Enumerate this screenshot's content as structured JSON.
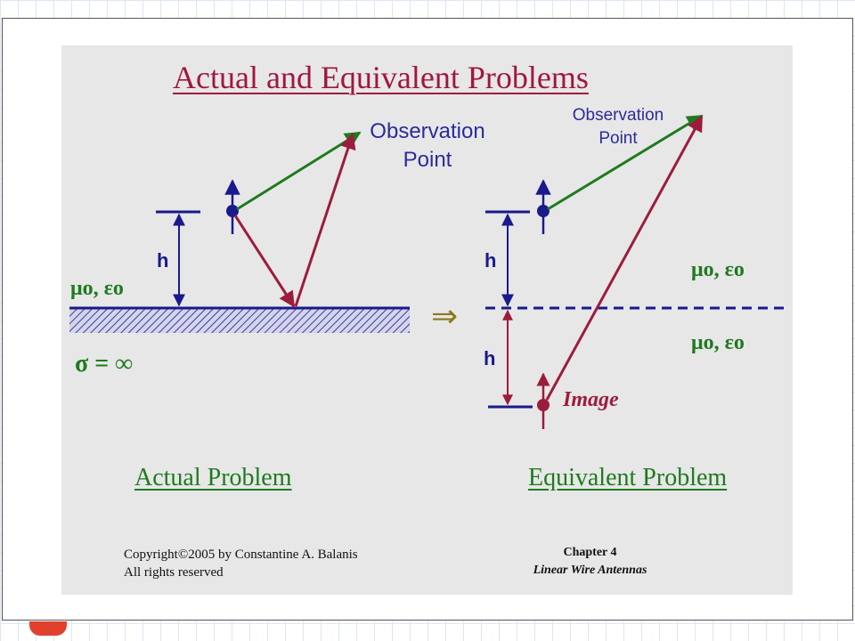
{
  "title": "Actual and Equivalent Problems",
  "observation_left": {
    "line1": "Observation",
    "line2": "Point"
  },
  "observation_right": {
    "line1": "Observation",
    "line2": "Point"
  },
  "height_label": "h",
  "media_label": "μo, εo",
  "conductor_label": "σ = ∞",
  "image_label": "Image",
  "implies_symbol": "⇒",
  "actual_problem": "Actual Problem",
  "equivalent_problem": "Equivalent Problem",
  "copyright": {
    "line1": "Copyright©2005 by Constantine A. Balanis",
    "line2": "All rights reserved"
  },
  "chapter": {
    "line1": "Chapter 4",
    "line2": "Linear Wire Antennas"
  },
  "colors": {
    "title": "#a0173f",
    "direct_ray": "#1f7a1f",
    "reflected_ray": "#9c1c3c",
    "dipole": "#1a1a8c",
    "ground_plane": "#1a1a8c",
    "label_green": "#1f7a1f",
    "observation_text": "#2b2b9c",
    "implies": "#8a7a1a"
  }
}
